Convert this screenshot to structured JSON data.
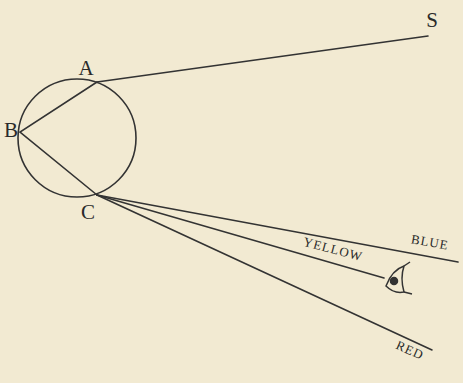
{
  "diagram": {
    "labels": [
      "S",
      "A",
      "B",
      "C",
      "BLUE",
      "YELLOW",
      "RED"
    ]
  }
}
